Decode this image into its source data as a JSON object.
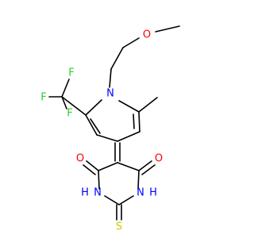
{
  "colors": {
    "background": "#ffffff",
    "bond": "#000000",
    "oxygen": "#ff0000",
    "nitrogen": "#0000ff",
    "fluorine": "#33cc33",
    "sulfur": "#cccc00"
  },
  "atoms": {
    "o_methoxy": "O",
    "n_ring": "N",
    "f_top": "F",
    "f_left": "F",
    "f_bottom": "F",
    "o_left": "O",
    "o_right": "O",
    "h_left": "H",
    "n_left": "N",
    "h_right": "H",
    "n_right": "N",
    "s_thione": "S"
  }
}
